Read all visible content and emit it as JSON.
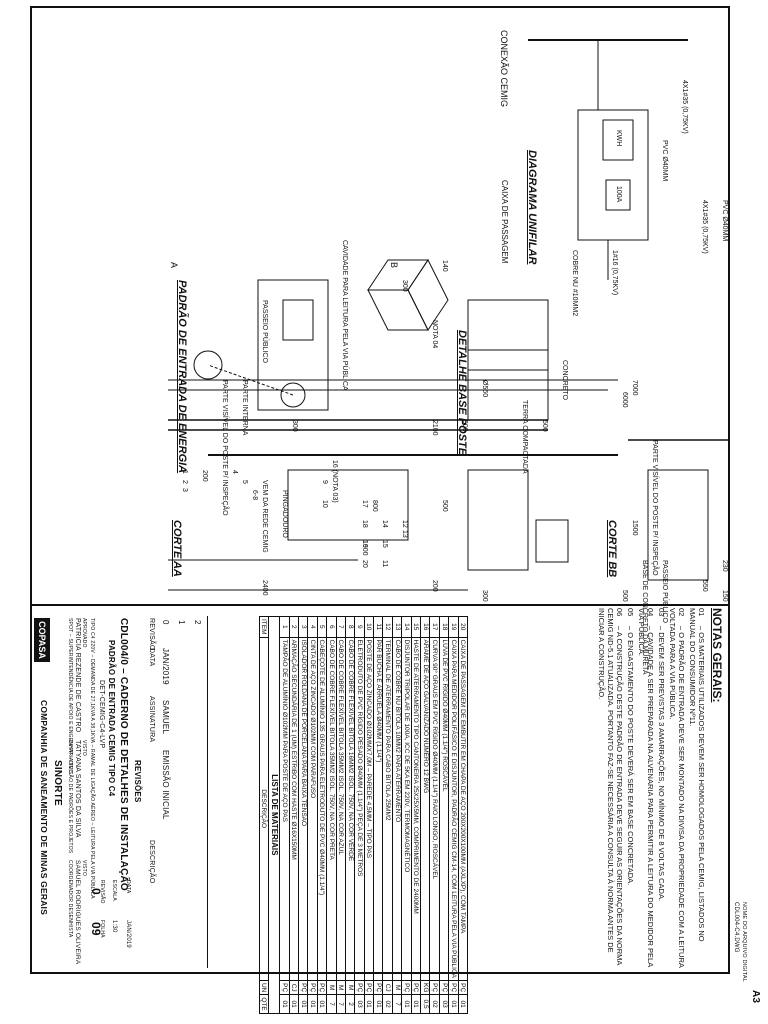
{
  "sheet": {
    "corner_code": "A3",
    "file_label": "CDL004-C4.dwg",
    "file_caption": "NOME DO ARQUIVO DIGITAL"
  },
  "notes": {
    "title": "NOTAS GERAIS:",
    "items": [
      {
        "num": "01",
        "text": "– OS MATERIAIS UTILIZADOS DEVEM SER HOMOLOGADOS PELA CEMIG, LISTADOS NO MANUAL DO CONSUMIDOR Nº11."
      },
      {
        "num": "02",
        "text": "– O PADRÃO DE ENTRADA DEVE SER MONTADO NA DIVISA DA PROPRIEDADE COM A LEITURA VOLTADA PARA A VIA PÚBLICA."
      },
      {
        "num": "03",
        "text": "– DEVEM SER PREVISTAS 3 AMARRAÇÕES, NO MÍNIMO DE 8 VOLTAS CADA."
      },
      {
        "num": "04",
        "text": "– CAVIDADE A SER PREPARADA NA ALVENARIA PARA PERMITIR A LEITURA DO MEDIDOR PELA VIA PÚBLICA."
      },
      {
        "num": "05",
        "text": "– O ENGASTAMENTO DO POSTE DEVERÁ SER EM BASE CONCRETADA."
      },
      {
        "num": "06",
        "text": "– A CONSTRUÇÃO DESTE PADRÃO DE ENTRADA DEVE SEGUIR AS ORIENTAÇÕES DA NORMA CEMIG ND-5.1 ATUALIZADA. PORTANTO FAZ-SE NECESSÁRIA A CONSULTA À NORMA ANTES DE INICIAR A CONSTRUÇÃO."
      }
    ]
  },
  "materials": {
    "title": "LISTA DE MATERIAIS",
    "col_item": "ITEM",
    "col_desc": "DESCRIÇÃO",
    "col_un": "UN",
    "col_qte": "QTE",
    "rows": [
      {
        "item": "20",
        "desc": "CAIXA DE PASSAGEM DE EMBUTIR EM CHAPA DE AÇO 200x200x100mm (AxLxP), COM TAMPA",
        "un": "PÇ",
        "qte": "01"
      },
      {
        "item": "19",
        "desc": "CAIXA PARA MEDIDOR POLIFÁSICO E DISJUNTOR, PADRÃO CEMIG CM-14, COM LEITURA PELA VIA PÚBLICA",
        "un": "PÇ",
        "qte": "01"
      },
      {
        "item": "18",
        "desc": "LUVA DE PVC RÍGIDO ø40mm (1.1/4\") ROSCÁVEL",
        "un": "PÇ",
        "qte": "03"
      },
      {
        "item": "17",
        "desc": "CURVA 90° GRAUS EM PVC RÍGIDO ø40mm (1.1/4\") RAIO LONGO, ROSCÁVEL",
        "un": "PÇ",
        "qte": "02"
      },
      {
        "item": "16",
        "desc": "ARAME DE AÇO GALVANIZADO NÚMERO 12 BWG",
        "un": "KG",
        "qte": "0,5"
      },
      {
        "item": "15",
        "desc": "HASTE DE ATERRAMENTO TIPO CANTONEIRA 25x25x5mm, COMPRIMENTO DE 2400mm",
        "un": "PÇ",
        "qte": "01"
      },
      {
        "item": "14",
        "desc": "DISJUNTOR TRIPOLAR DE 100A, ICC DE 5kA EM 220V, TERMOMAGNÉTICO",
        "un": "PÇ",
        "qte": "01"
      },
      {
        "item": "13",
        "desc": "CABO DE COBRE NU BITOLA 10mm2 PARA ATERRAMENTO",
        "un": "M",
        "qte": "7"
      },
      {
        "item": "12",
        "desc": "TERMINAL DE ATERRAMENTO PARA CABO BITOLA 25mm2",
        "un": "CJ",
        "qte": "02"
      },
      {
        "item": "11",
        "desc": "PAR BUCHA E ARRUELA ø40mm (1.1/4\")",
        "un": "PÇ",
        "qte": "01"
      },
      {
        "item": "10",
        "desc": "POSTE DE AÇO ZINCADO ø102mmx7,0m – PAREDE 4,5mm – TIPO PAS",
        "un": "PÇ",
        "qte": "01"
      },
      {
        "item": "9",
        "desc": "ELETRODUTO DE PVC RÍGIDO PESADO ø40mm (1.1/4\") PEÇA DE 3 METROS",
        "un": "PÇ",
        "qte": "03"
      },
      {
        "item": "8",
        "desc": "CABO DE COBRE FLEXÍVEL BITOLA 16mm2 ISOL. 750V, NA COR VERDE",
        "un": "M",
        "qte": "2"
      },
      {
        "item": "7",
        "desc": "CABO DE COBRE FLEXÍVEL BITOLA 35mm2 ISOL. 750V, NA COR AZUL",
        "un": "M",
        "qte": "7"
      },
      {
        "item": "6",
        "desc": "CABO DE COBRE FLEXÍVEL BITOLA 35mm2 ISOL. 750V, NA COR PRETA",
        "un": "M",
        "qte": "7"
      },
      {
        "item": "5",
        "desc": "CABEÇOTE DE ALUMÍNIO 135 GRAUS PARA ELETRODUTO DE PVC ø40mm (1.1/4\")",
        "un": "PÇ",
        "qte": "01"
      },
      {
        "item": "4",
        "desc": "CINTA DE AÇO ZINCADO ø102mm COM PARAFUSO",
        "un": "PÇ",
        "qte": "01"
      },
      {
        "item": "3",
        "desc": "ISOLADOR ROLDANA DE PORCELANA PARA BAIXA TENSÃO",
        "un": "PÇ",
        "qte": "01"
      },
      {
        "item": "2",
        "desc": "ARMAÇÃO SECUNDÁRIA DE 1 (UM) ESTRIBO COM HASTE ø16x150mm",
        "un": "CJ",
        "qte": "01"
      },
      {
        "item": "1",
        "desc": "TAMPÃO DE ALUMÍNIO ø102mm PARA POSTE DE AÇO PAS",
        "un": "PÇ",
        "qte": "01"
      }
    ]
  },
  "revisions": {
    "title": "REVISÕES",
    "col_revisao": "REVISÃO",
    "col_data": "DATA",
    "col_assinatura": "ASSINATURA",
    "col_descricao": "DESCRIÇÃO",
    "rows": [
      {
        "rev": "2",
        "data": "",
        "assinatura": "",
        "descricao": ""
      },
      {
        "rev": "1",
        "data": "",
        "assinatura": "",
        "descricao": ""
      },
      {
        "rev": "0",
        "data": "JAN/2019",
        "assinatura": "SAMUEL",
        "descricao": "EMISSÃO INICIAL"
      }
    ]
  },
  "title_block": {
    "code_title": "CDL004/0 – CADERNO DE DETALHES DE INSTALAÇÃO",
    "subtitle": "PADRÃO DE ENTRADA CEMIG TIPO C4",
    "drawing_code": "DET-CEMIG-C4-LVP",
    "ref_note": "TIPO C4 220V – DEMANDA DE 27,1kVA A 38,1kVA – RAMAL DE LIGAÇÃO AÉREO – LEITURA PELA VIA PÚBLICA",
    "approved_label": "APROVADO",
    "approved_name": "PATRICIA REZENDE DE CASTRO",
    "approved_role": "SPOT – SUPERINTENDÊNCIA DE APOIO E ENGENHARIA TEC.",
    "visto_label": "VISTO",
    "visto_name": "TATYANA SANTOS DA SILVA",
    "visto_role": "DVPP – DIVISÃO DE PADRÕES E PROJETOS",
    "visto2_label": "VISTO",
    "visto2_name": "SAMUEL RODRIGUES OLIVEIRA",
    "visto2_role": "COORDENADOR DESENHISTA",
    "data_label": "DATA",
    "data_value": "JAN/2019",
    "escala_label": "ESCALA",
    "escala_value": "1:30",
    "revisao_label": "REVISÃO",
    "revisao_value": "0",
    "folha_label": "FOLHA",
    "folha_value": "09",
    "company_short": "SINORTE",
    "company_full": "COMPANHIA DE SANEAMENTO DE MINAS GERAIS",
    "logo": "COPASA"
  },
  "views": {
    "padrao_title": "PADRÃO DE ENTRADA DE ENERGIA",
    "corte_aa_title": "CORTE AA",
    "corte_bb_title": "CORTE BB",
    "diagrama_title": "DIAGRAMA UNIFILAR",
    "detalhe_title": "DETALHE BASE POSTE",
    "conexao_label": "CONEXÃO CEMIG",
    "caixa_passagem_label": "CAIXA DE PASSAGEM",
    "cavidade_label": "CAVIDADE PARA LEITURA PELA VIA PÚBLICA",
    "passeio_label": "PASSEIO PÚBLICO",
    "parte_interna_label": "PARTE INTERNA",
    "parte_visivel_label": "PARTE VISÍVEL DO POSTE P/ INSPEÇÃO",
    "vem_rede_label": "VEM DA REDE CEMIG",
    "pingadouro_label": "PINGADOURO",
    "nota03_label": "16 (NOTA 03)",
    "nota04_label": "NOTA 04",
    "concreto_label": "CONCRETO",
    "terra_label": "TERRA COMPACTADA",
    "base_concreto_label": "BASE DE CONCRETO DA MURETA",
    "passeio2_label": "PASSEIO PÚBLICO",
    "pvc1_label": "PVC ø40mm",
    "pvc2_label": "PVC ø40mm",
    "cabo1_label": "4x1#35 (0,75kV)",
    "cabo2_label": "4x1#35 (0,75kV)",
    "cabo3_label": "1#16 (0,75kV)",
    "cobre_label": "COBRE NU #10mm2",
    "disj_label": "100A",
    "kwh_label": "kWh",
    "dims": {
      "d7000": "7000",
      "d6000": "6000",
      "d2100": "2100",
      "d2400": "2400",
      "d1600": "1600",
      "d800": "800",
      "d300": "300",
      "d300b": "300",
      "d500": "500",
      "d500b": "500",
      "d200": "200",
      "d200b": "200",
      "d1500": "1500",
      "d550": "550",
      "d230": "230",
      "d150": "150",
      "d140": "140",
      "d300c": "300",
      "d560": "ø560",
      "d500c": "500",
      "d500d": "500"
    },
    "items": {
      "i1": "1",
      "i2": "2",
      "i3": "3",
      "i4": "4",
      "i5": "5",
      "i68": "6-8",
      "i9": "9",
      "i10": "10",
      "i12": "12",
      "i13": "13",
      "i14": "14",
      "i15": "15",
      "i17": "17",
      "i18": "18",
      "i19": "19",
      "i20": "20",
      "i11": "11"
    },
    "section_a": "A",
    "section_b": "B"
  }
}
